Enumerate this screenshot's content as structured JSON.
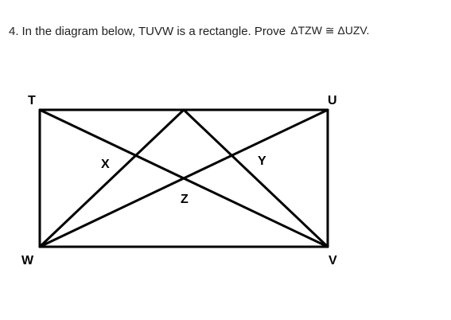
{
  "question": {
    "number": "4.",
    "text": "In the diagram below, TUVW is a rectangle. Prove",
    "statement": "ΔTZW ≅ ΔUZV."
  },
  "diagram": {
    "labels": {
      "T": "T",
      "U": "U",
      "V": "V",
      "W": "W",
      "X": "X",
      "Y": "Y",
      "Z": "Z"
    },
    "stroke_color": "#000000"
  }
}
